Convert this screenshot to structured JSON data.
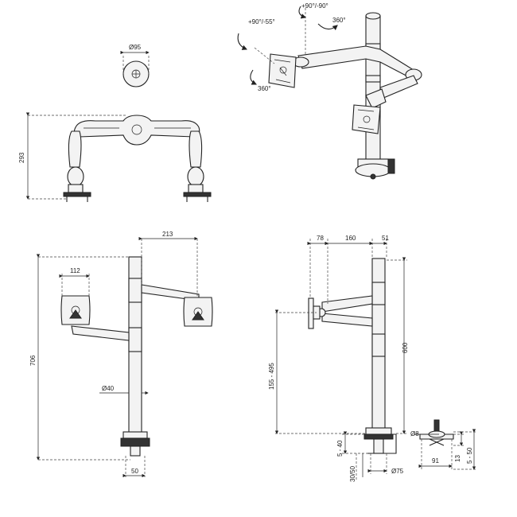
{
  "figure": {
    "top_view": {
      "diameter_label": "Ø95"
    },
    "front_view": {
      "height_label": "293"
    },
    "iso_view": {
      "tilt_label": "+90°/-55°",
      "rotate_label": "360°",
      "rotate_bottom_label": "360°",
      "pivot_label": "+90°/-90°"
    },
    "left_elevation": {
      "reach_label": "213",
      "vesa_label": "112",
      "height_label": "706",
      "pole_diameter_label": "Ø40",
      "base_label": "50"
    },
    "right_elevation": {
      "dim_a": "78",
      "dim_b": "160",
      "dim_c": "51",
      "pole_height_label": "600",
      "adjust_label": "155 - 495",
      "desk_thickness_label": "5 - 40",
      "grommet_label": "30/50",
      "clamp_diameter_label": "Ø75",
      "bolt_label": "Ø8",
      "clamp_width_label": "91",
      "bolt_height_label": "13",
      "range_label": "5 - 50"
    }
  }
}
